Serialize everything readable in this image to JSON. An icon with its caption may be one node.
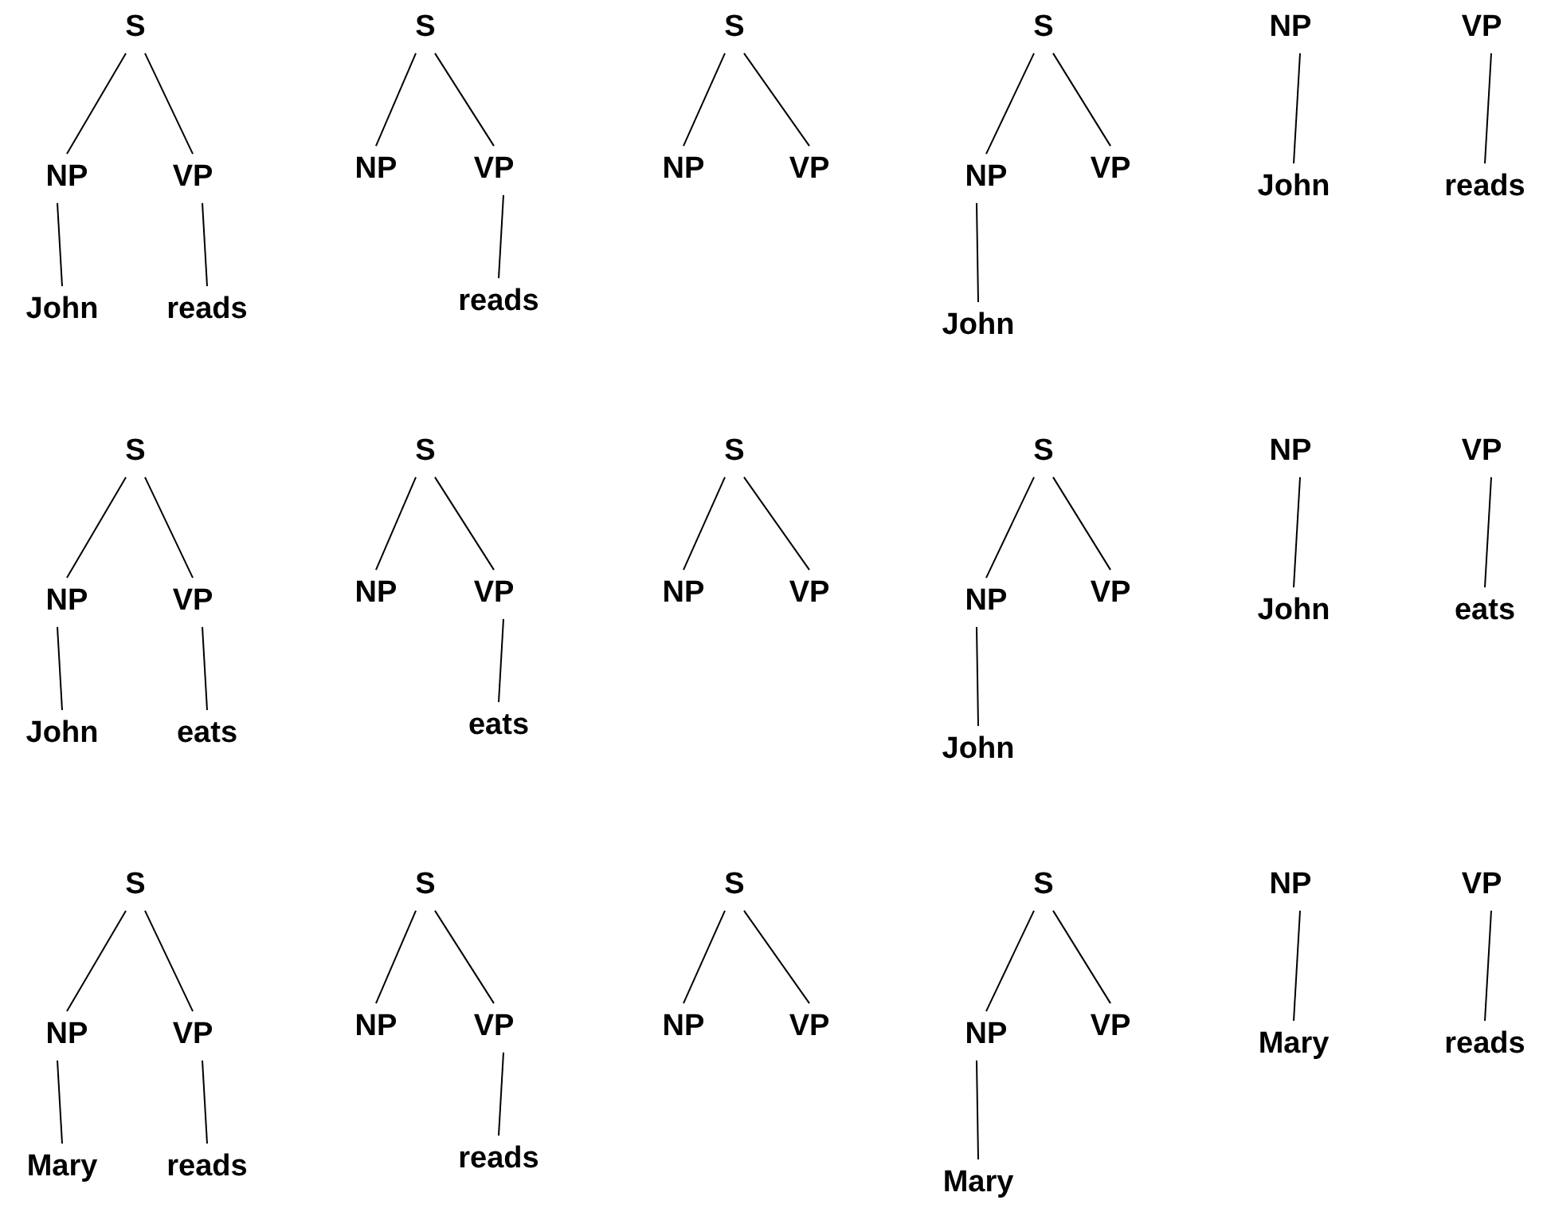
{
  "diagram": {
    "nodes": [
      {
        "text": [
          "S"
        ]
      },
      {
        "text": [
          "NP"
        ]
      },
      {
        "text": [
          "VP"
        ]
      },
      {
        "text": [
          "John"
        ]
      },
      {
        "text": [
          "reads"
        ]
      },
      {
        "text": [
          "S"
        ]
      },
      {
        "text": [
          "NP"
        ]
      },
      {
        "text": [
          "VP"
        ]
      },
      {
        "text": [
          "reads"
        ]
      },
      {
        "text": [
          "S"
        ]
      },
      {
        "text": [
          "NP"
        ]
      },
      {
        "text": [
          "VP"
        ]
      },
      {
        "text": [
          "S"
        ]
      },
      {
        "text": [
          "NP"
        ]
      },
      {
        "text": [
          "VP"
        ]
      },
      {
        "text": [
          "John"
        ]
      },
      {
        "text": [
          "NP"
        ]
      },
      {
        "text": [
          "VP"
        ]
      },
      {
        "text": [
          "John"
        ]
      },
      {
        "text": [
          "reads"
        ]
      },
      {
        "text": [
          "S"
        ]
      },
      {
        "text": [
          "NP"
        ]
      },
      {
        "text": [
          "VP"
        ]
      },
      {
        "text": [
          "John"
        ]
      },
      {
        "text": [
          "eats"
        ]
      },
      {
        "text": [
          "S"
        ]
      },
      {
        "text": [
          "NP"
        ]
      },
      {
        "text": [
          "VP"
        ]
      },
      {
        "text": [
          "eats"
        ]
      },
      {
        "text": [
          "S"
        ]
      },
      {
        "text": [
          "NP"
        ]
      },
      {
        "text": [
          "VP"
        ]
      },
      {
        "text": [
          "S"
        ]
      },
      {
        "text": [
          "NP"
        ]
      },
      {
        "text": [
          "VP"
        ]
      },
      {
        "text": [
          "John"
        ]
      },
      {
        "text": [
          "NP"
        ]
      },
      {
        "text": [
          "VP"
        ]
      },
      {
        "text": [
          "John"
        ]
      },
      {
        "text": [
          "eats"
        ]
      },
      {
        "text": [
          "S"
        ]
      },
      {
        "text": [
          "NP"
        ]
      },
      {
        "text": [
          "VP"
        ]
      },
      {
        "text": [
          "Mary"
        ]
      },
      {
        "text": [
          "reads"
        ]
      },
      {
        "text": [
          "S"
        ]
      },
      {
        "text": [
          "NP"
        ]
      },
      {
        "text": [
          "VP"
        ]
      },
      {
        "text": [
          "reads"
        ]
      },
      {
        "text": [
          "S"
        ]
      },
      {
        "text": [
          "NP"
        ]
      },
      {
        "text": [
          "VP"
        ]
      },
      {
        "text": [
          "S"
        ]
      },
      {
        "text": [
          "NP"
        ]
      },
      {
        "text": [
          "VP"
        ]
      },
      {
        "text": [
          "Mary"
        ]
      },
      {
        "text": [
          "NP"
        ]
      },
      {
        "text": [
          "VP"
        ]
      },
      {
        "text": [
          "Mary"
        ]
      },
      {
        "text": [
          "reads"
        ]
      }
    ],
    "edges": [
      {
        "from": 0,
        "to": 1,
        "arrow": "none"
      },
      {
        "from": 0,
        "to": 2,
        "arrow": "none"
      },
      {
        "from": 1,
        "to": 3,
        "arrow": "none"
      },
      {
        "from": 2,
        "to": 4,
        "arrow": "none"
      },
      {
        "from": 5,
        "to": 6,
        "arrow": "none"
      },
      {
        "from": 5,
        "to": 7,
        "arrow": "none"
      },
      {
        "from": 7,
        "to": 8,
        "arrow": "none"
      },
      {
        "from": 9,
        "to": 10,
        "arrow": "none"
      },
      {
        "from": 9,
        "to": 11,
        "arrow": "none"
      },
      {
        "from": 12,
        "to": 13,
        "arrow": "none"
      },
      {
        "from": 12,
        "to": 14,
        "arrow": "none"
      },
      {
        "from": 13,
        "to": 15,
        "arrow": "none"
      },
      {
        "from": 16,
        "to": 18,
        "arrow": "none"
      },
      {
        "from": 17,
        "to": 19,
        "arrow": "none"
      },
      {
        "from": 20,
        "to": 21,
        "arrow": "none"
      },
      {
        "from": 20,
        "to": 22,
        "arrow": "none"
      },
      {
        "from": 21,
        "to": 23,
        "arrow": "none"
      },
      {
        "from": 22,
        "to": 24,
        "arrow": "none"
      },
      {
        "from": 25,
        "to": 26,
        "arrow": "none"
      },
      {
        "from": 25,
        "to": 27,
        "arrow": "none"
      },
      {
        "from": 27,
        "to": 28,
        "arrow": "none"
      },
      {
        "from": 29,
        "to": 30,
        "arrow": "none"
      },
      {
        "from": 29,
        "to": 31,
        "arrow": "none"
      },
      {
        "from": 32,
        "to": 33,
        "arrow": "none"
      },
      {
        "from": 32,
        "to": 34,
        "arrow": "none"
      },
      {
        "from": 33,
        "to": 35,
        "arrow": "none"
      },
      {
        "from": 36,
        "to": 38,
        "arrow": "none"
      },
      {
        "from": 37,
        "to": 39,
        "arrow": "none"
      },
      {
        "from": 40,
        "to": 41,
        "arrow": "none"
      },
      {
        "from": 40,
        "to": 42,
        "arrow": "none"
      },
      {
        "from": 41,
        "to": 43,
        "arrow": "none"
      },
      {
        "from": 42,
        "to": 44,
        "arrow": "none"
      },
      {
        "from": 45,
        "to": 46,
        "arrow": "none"
      },
      {
        "from": 45,
        "to": 47,
        "arrow": "none"
      },
      {
        "from": 47,
        "to": 48,
        "arrow": "none"
      },
      {
        "from": 49,
        "to": 50,
        "arrow": "none"
      },
      {
        "from": 49,
        "to": 51,
        "arrow": "none"
      },
      {
        "from": 52,
        "to": 53,
        "arrow": "none"
      },
      {
        "from": 52,
        "to": 54,
        "arrow": "none"
      },
      {
        "from": 53,
        "to": 55,
        "arrow": "none"
      },
      {
        "from": 56,
        "to": 58,
        "arrow": "none"
      },
      {
        "from": 57,
        "to": 59,
        "arrow": "none"
      }
    ]
  }
}
